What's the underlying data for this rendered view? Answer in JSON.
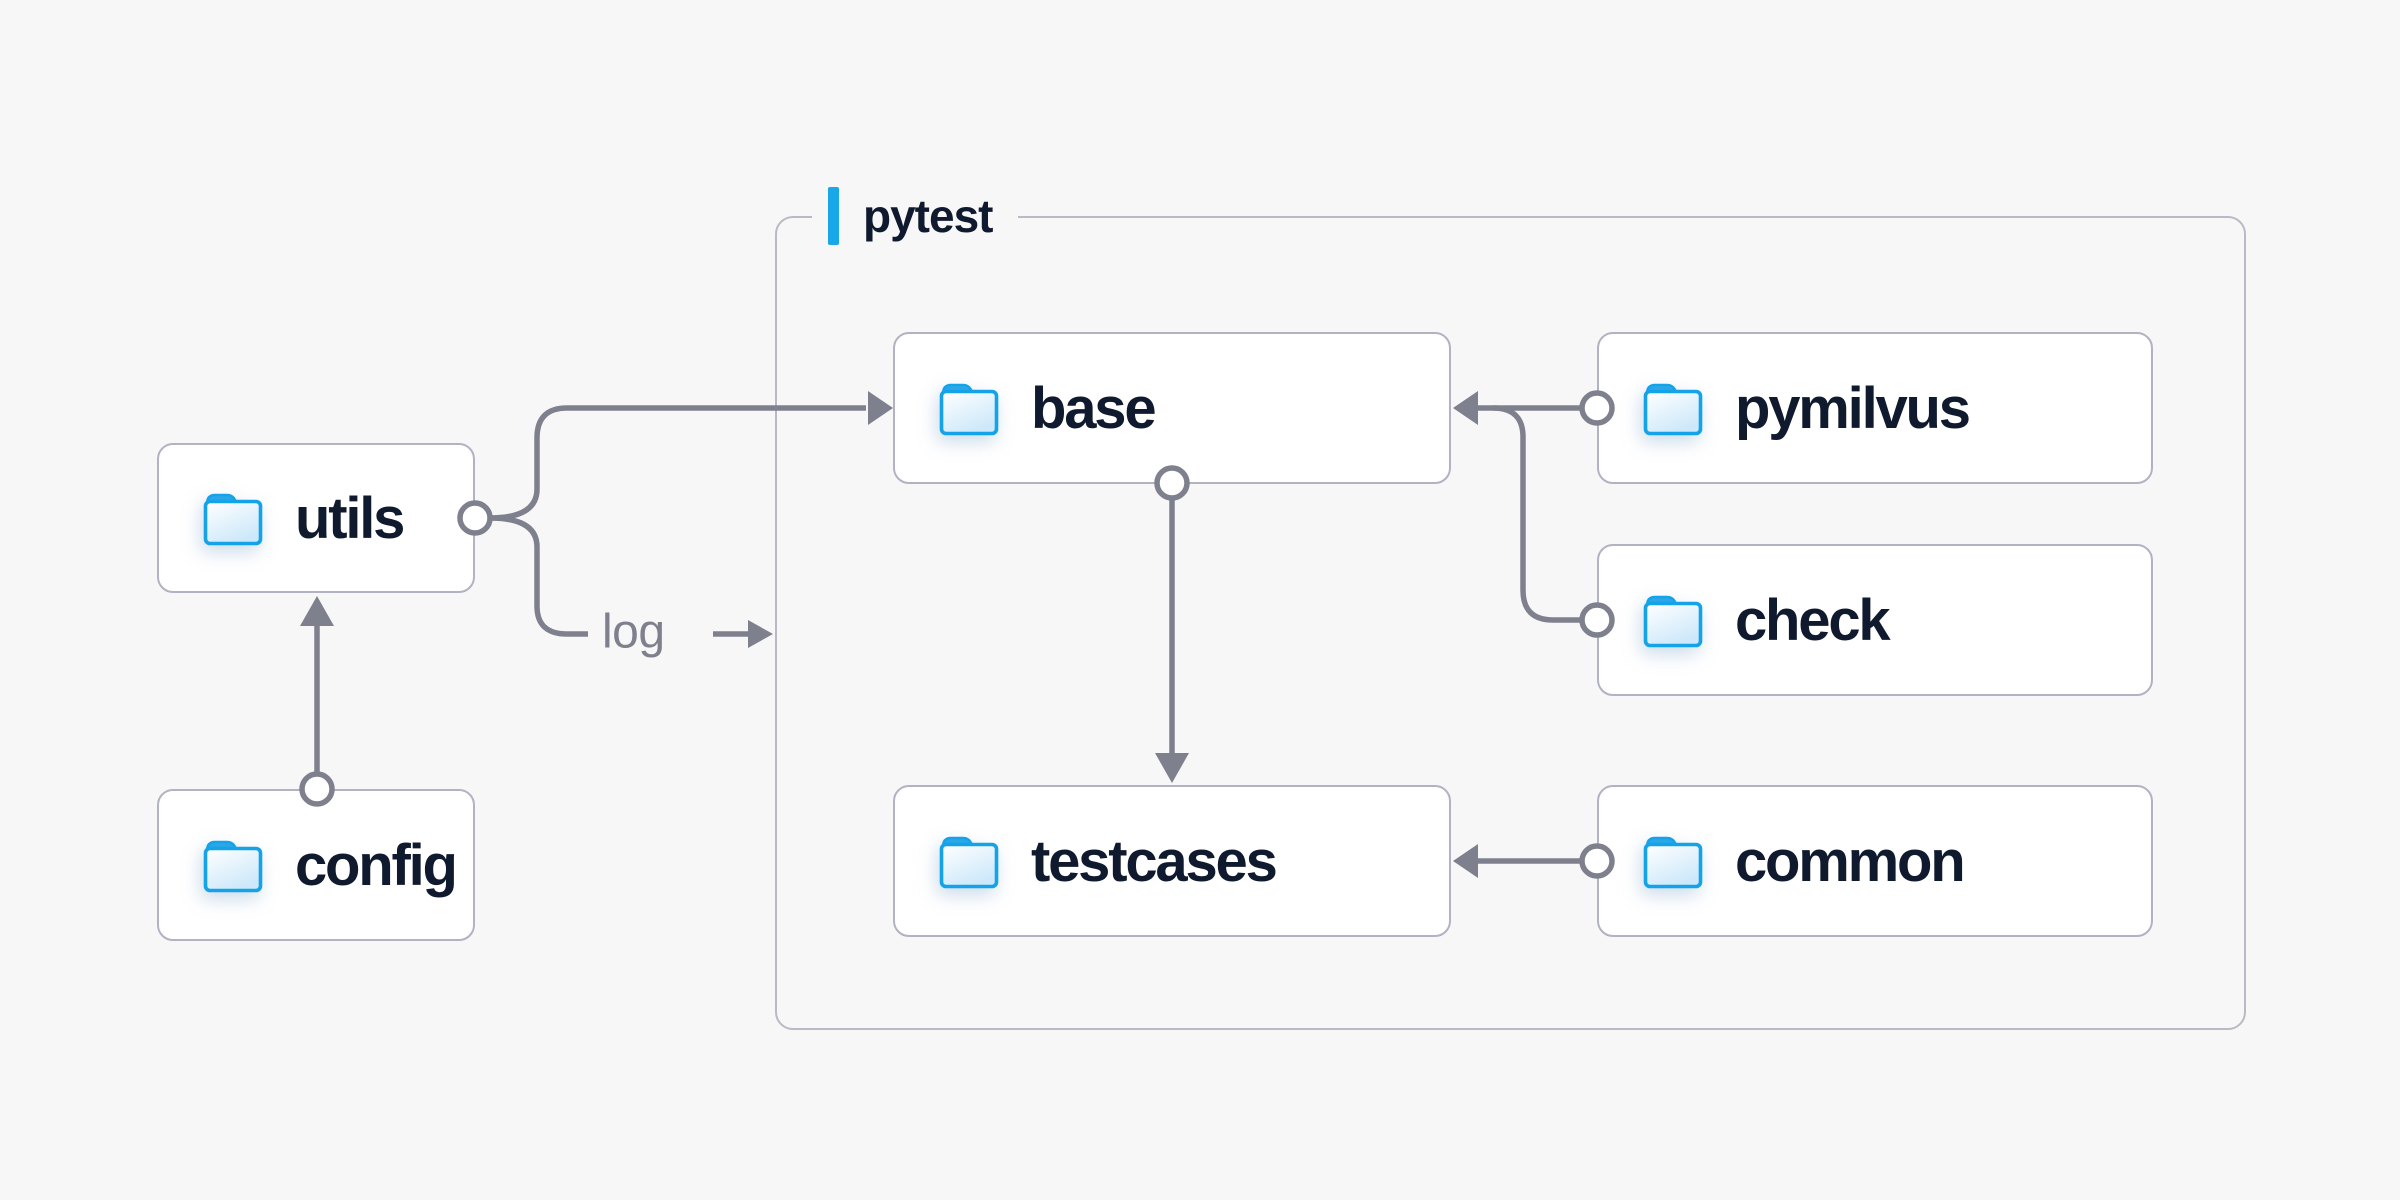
{
  "container": {
    "label": "pytest"
  },
  "nodes": [
    {
      "id": "utils",
      "label": "utils",
      "icon": "folder-icon"
    },
    {
      "id": "config",
      "label": "config",
      "icon": "folder-icon"
    },
    {
      "id": "base",
      "label": "base",
      "icon": "folder-icon"
    },
    {
      "id": "testcases",
      "label": "testcases",
      "icon": "folder-icon"
    },
    {
      "id": "pymilvus",
      "label": "pymilvus",
      "icon": "folder-icon"
    },
    {
      "id": "check",
      "label": "check",
      "icon": "folder-icon"
    },
    {
      "id": "common",
      "label": "common",
      "icon": "folder-icon"
    }
  ],
  "edge_label": {
    "text": "log"
  },
  "edges": [
    {
      "from": "config",
      "to": "utils"
    },
    {
      "from": "utils",
      "to": "base"
    },
    {
      "from": "utils",
      "to": "log",
      "label": "log"
    },
    {
      "from": "pymilvus",
      "to": "base"
    },
    {
      "from": "check",
      "to": "base"
    },
    {
      "from": "base",
      "to": "testcases"
    },
    {
      "from": "common",
      "to": "testcases"
    }
  ],
  "colors": {
    "background": "#f7f7f8",
    "accent_blue": "#18a8e8",
    "folder_blue": "#14a3e8",
    "line_gray": "#7e818d",
    "text_dark": "#101a2e",
    "node_border": "#b2b3c2",
    "container_border": "#b9bac6"
  }
}
